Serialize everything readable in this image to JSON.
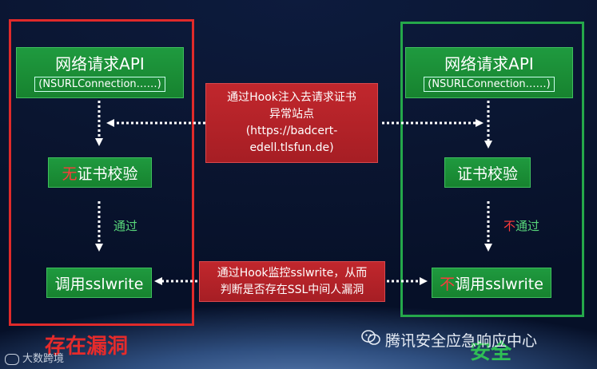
{
  "left": {
    "api_title": "网络请求API",
    "api_sub": "(NSURLConnection……)",
    "verify_prefix": "无",
    "verify_text": "证书校验",
    "pass_label": "通过",
    "call_text": "调用sslwrite",
    "bottom_label": "存在漏洞"
  },
  "right": {
    "api_title": "网络请求API",
    "api_sub": "(NSURLConnection……)",
    "verify_text": "证书校验",
    "fail_prefix": "不",
    "fail_text": "通过",
    "call_prefix": "不",
    "call_text": "调用sslwrite",
    "bottom_label": "安全"
  },
  "hook1": {
    "line1": "通过Hook注入去请求证书",
    "line2": "异常站点",
    "line3": "(https://badcert-",
    "line4": "edell.tlsfun.de)"
  },
  "hook2": {
    "line1": "通过Hook监控sslwrite，从而",
    "line2": "判断是否存在SSL中间人漏洞"
  },
  "watermark": {
    "right_text": "腾讯安全应急响应中心",
    "left_text": "大数跨境"
  },
  "colors": {
    "vuln_red": "#e02a2a",
    "safe_green": "#25a84a",
    "box_green": "#1f9a3f",
    "box_red": "#c1272d"
  }
}
